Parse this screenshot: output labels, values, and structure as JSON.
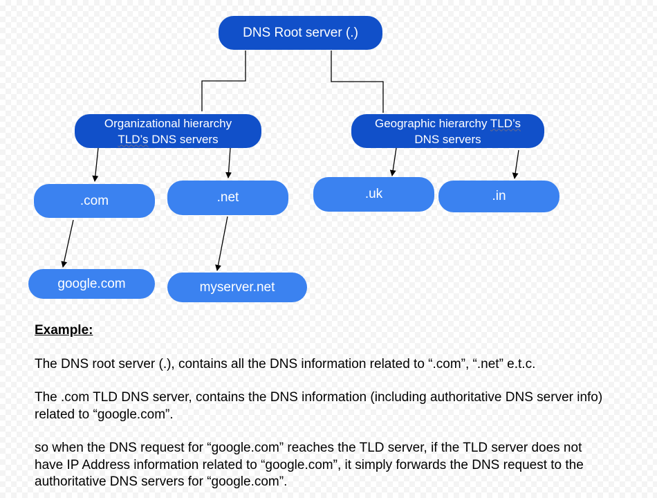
{
  "diagram": {
    "root": {
      "label": "DNS Root server (.)"
    },
    "org_group": {
      "line1": "Organizational hierarchy",
      "line2_mark": "TLD’s",
      "line2_rest": " DNS servers"
    },
    "geo_group": {
      "line1_pre": "Geographic hierarchy ",
      "line1_mark": "TLD’s",
      "line2": "DNS servers"
    },
    "leaves": {
      "com": ".com",
      "net": ".net",
      "uk": ".uk",
      "in": ".in",
      "google": "google.com",
      "myserver": "myserver.net"
    },
    "colors": {
      "dark_node": "#1150c9",
      "light_node": "#3b82f0",
      "text": "#ffffff"
    }
  },
  "example": {
    "heading": "Example:",
    "p1": "The DNS root server (.), contains all the DNS information related to “.com”, “.net” e.t.c.",
    "p2_line1": "The .com TLD DNS server, contains the DNS information (including authoritative DNS server info)",
    "p2_line2": "related to “google.com”.",
    "p3_line1": "so when the DNS request for “google.com” reaches the TLD server, if the TLD server does not",
    "p3_line2": "have IP Address information related to “google.com”, it simply forwards the DNS request to the",
    "p3_line3": "authoritative DNS servers for “google.com”."
  }
}
